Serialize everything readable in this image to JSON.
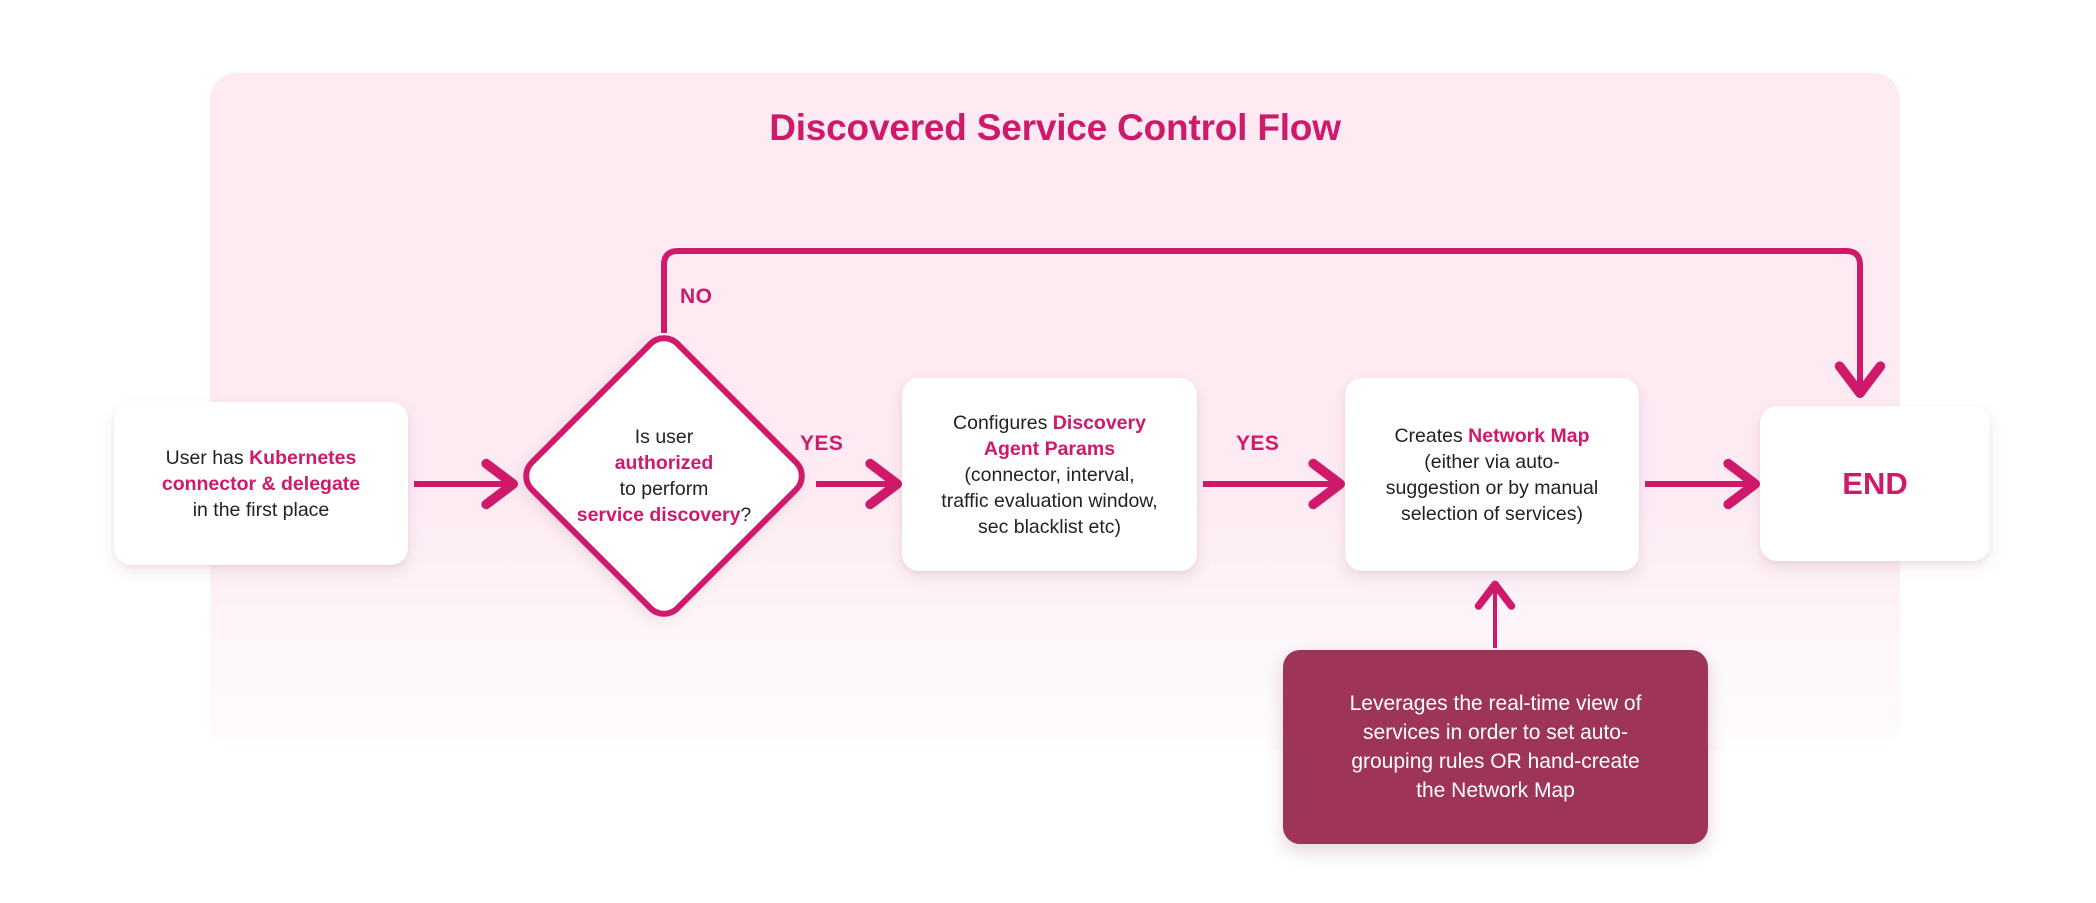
{
  "diagram": {
    "title": "Discovered Service Control Flow",
    "colors": {
      "accent": "#cf1a6c",
      "panel_background": "#fdeaf3",
      "note_background": "#9e3458",
      "node_background": "#ffffff",
      "body_text": "#222222",
      "note_text": "#ffffff",
      "page_background": "#ffffff"
    },
    "nodes": {
      "start": {
        "shape": "rounded-rect",
        "lines": [
          [
            {
              "t": "User has ",
              "hl": false
            },
            {
              "t": "Kubernetes",
              "hl": true
            }
          ],
          [
            {
              "t": "connector & delegate",
              "hl": true
            }
          ],
          [
            {
              "t": "in the first place",
              "hl": false
            }
          ]
        ]
      },
      "decision": {
        "shape": "diamond",
        "lines": [
          [
            {
              "t": "Is user",
              "hl": false
            }
          ],
          [
            {
              "t": "authorized",
              "hl": true
            }
          ],
          [
            {
              "t": "to perform",
              "hl": false
            }
          ],
          [
            {
              "t": "service discovery",
              "hl": true
            },
            {
              "t": "?",
              "hl": false
            }
          ]
        ]
      },
      "config": {
        "shape": "rounded-rect",
        "lines": [
          [
            {
              "t": "Configures ",
              "hl": false
            },
            {
              "t": "Discovery",
              "hl": true
            }
          ],
          [
            {
              "t": "Agent Params",
              "hl": true
            }
          ],
          [
            {
              "t": "(connector, interval,",
              "hl": false
            }
          ],
          [
            {
              "t": "traffic evaluation window,",
              "hl": false
            }
          ],
          [
            {
              "t": "sec blacklist etc)",
              "hl": false
            }
          ]
        ]
      },
      "netmap": {
        "shape": "rounded-rect",
        "lines": [
          [
            {
              "t": "Creates ",
              "hl": false
            },
            {
              "t": "Network Map",
              "hl": true
            }
          ],
          [
            {
              "t": "(either via auto-",
              "hl": false
            }
          ],
          [
            {
              "t": "suggestion or by manual",
              "hl": false
            }
          ],
          [
            {
              "t": "selection of services)",
              "hl": false
            }
          ]
        ]
      },
      "end": {
        "shape": "rounded-rect",
        "label": "END"
      },
      "note": {
        "shape": "rounded-rect-filled",
        "lines": [
          [
            {
              "t": "Leverages the real-time view of",
              "hl": false
            }
          ],
          [
            {
              "t": "services in order to set auto-",
              "hl": false
            }
          ],
          [
            {
              "t": "grouping rules OR hand-create",
              "hl": false
            }
          ],
          [
            {
              "t": "the Network Map",
              "hl": false
            }
          ]
        ]
      }
    },
    "edges": [
      {
        "from": "start",
        "to": "decision",
        "label": ""
      },
      {
        "from": "decision",
        "to": "config",
        "label": "YES"
      },
      {
        "from": "decision",
        "to": "end",
        "label": "NO"
      },
      {
        "from": "config",
        "to": "netmap",
        "label": "YES"
      },
      {
        "from": "netmap",
        "to": "end",
        "label": ""
      },
      {
        "from": "note",
        "to": "netmap",
        "label": ""
      }
    ],
    "edge_labels": {
      "no": "NO",
      "yes_1": "YES",
      "yes_2": "YES"
    }
  }
}
